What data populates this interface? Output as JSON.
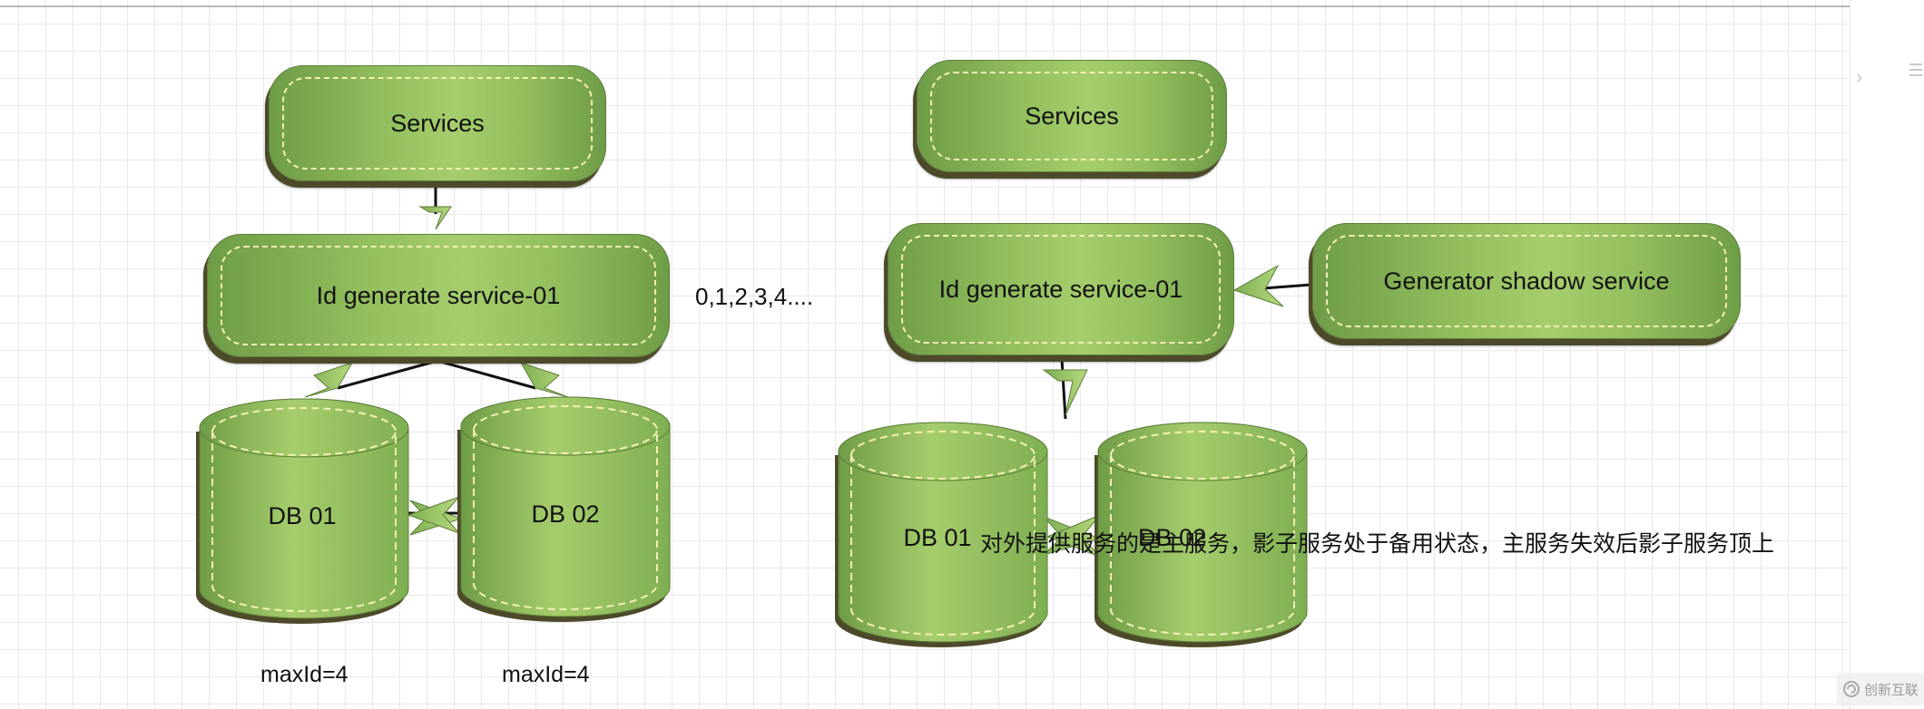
{
  "diagram_left": {
    "services": "Services",
    "id_service": "Id generate service-01",
    "sequence": "0,1,2,3,4....",
    "db1": "DB 01",
    "db2": "DB 02",
    "db1_max": "maxId=4",
    "db2_max": "maxId=4"
  },
  "diagram_right": {
    "services": "Services",
    "id_service": "Id generate service-01",
    "shadow_service": "Generator shadow service",
    "db1": "DB 01",
    "db2": "DB 02",
    "caption": "对外提供服务的是主服务，影子服务处于备用状态，主服务失效后影子服务顶上"
  },
  "watermark": {
    "text": "创新互联"
  },
  "colors": {
    "node_dark": "#6f9c47",
    "node_light": "#a6cd6c",
    "dash": "#f3efb4",
    "shadow": "#4d4a2a"
  },
  "icons": {
    "panel_toggle": "chevron-right-icon",
    "panel_menu": "menu-icon"
  }
}
